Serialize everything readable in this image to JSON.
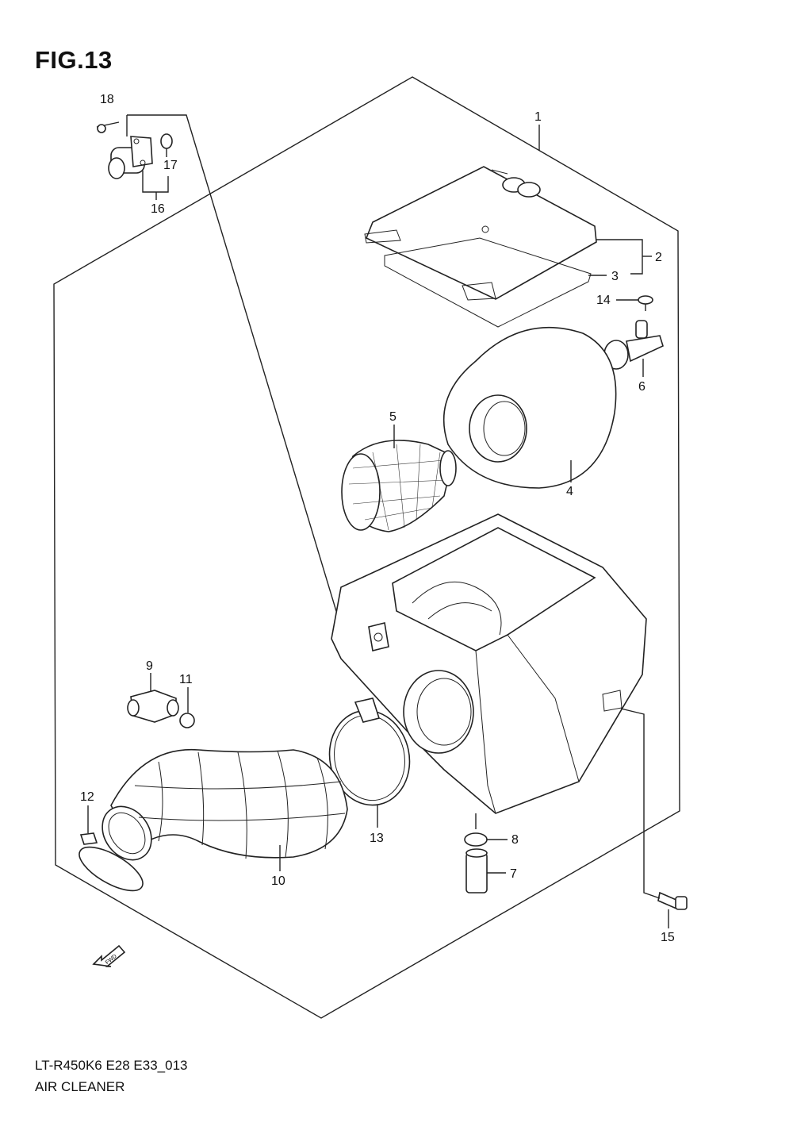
{
  "figure": {
    "title": "FIG.13",
    "code": "LT-R450K6 E28 E33_013",
    "name": "AIR CLEANER",
    "fwd_label": "FWD"
  },
  "callouts": [
    "1",
    "2",
    "3",
    "4",
    "5",
    "6",
    "7",
    "8",
    "9",
    "10",
    "11",
    "12",
    "13",
    "14",
    "15",
    "16",
    "17",
    "18"
  ],
  "icons": {
    "fwd_arrow": "fwd-arrow-icon"
  }
}
